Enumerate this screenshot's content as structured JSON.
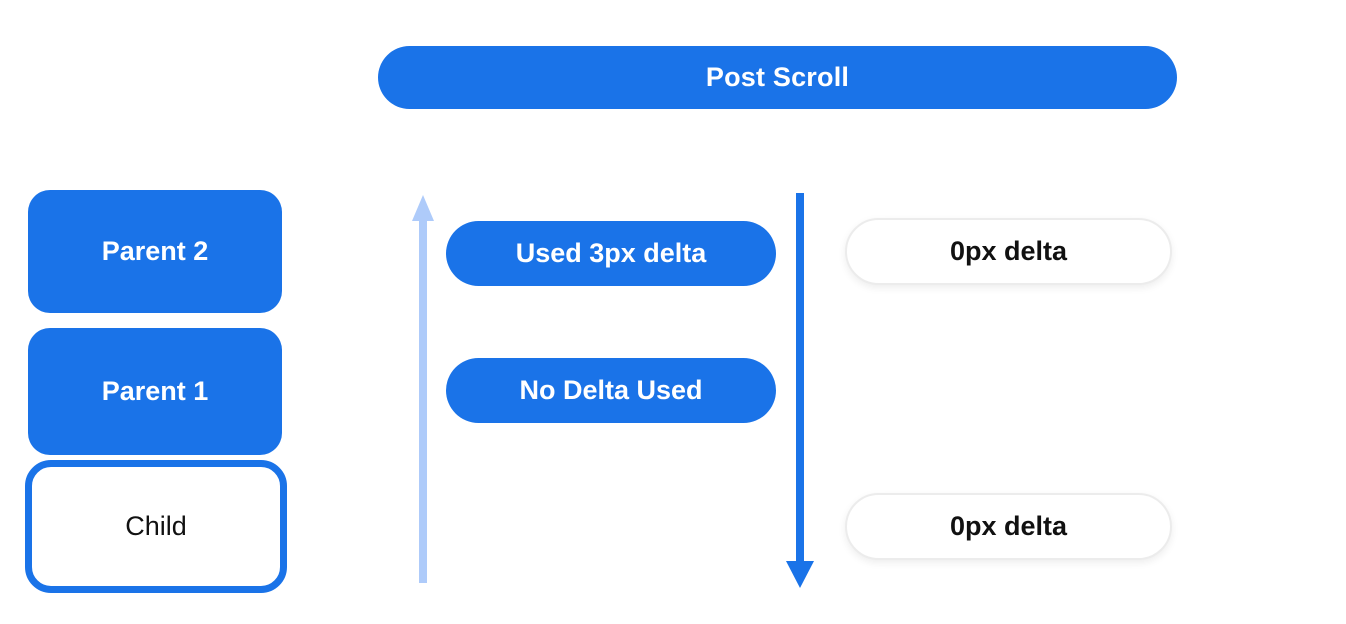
{
  "banner": {
    "label": "Post Scroll"
  },
  "scrollers": [
    {
      "label": "Parent 2",
      "style": "filled"
    },
    {
      "label": "Parent 1",
      "style": "filled"
    },
    {
      "label": "Child",
      "style": "outlined"
    }
  ],
  "consumed": [
    {
      "label": "Used 3px delta"
    },
    {
      "label": "No Delta Used"
    }
  ],
  "remaining": [
    {
      "label": "0px delta"
    },
    {
      "label": "0px delta"
    }
  ],
  "arrows": [
    {
      "icon": "up-arrow-icon",
      "direction": "up",
      "color": "#AECBFA"
    },
    {
      "icon": "down-arrow-icon",
      "direction": "down",
      "color": "#1A73E8"
    }
  ],
  "colors": {
    "primary_blue": "#1A73E8",
    "light_blue": "#AECBFA",
    "pill_background": "#FFFFFF",
    "pill_border": "#ECECEC",
    "dark_text": "#111111",
    "light_text": "#FFFFFF"
  }
}
